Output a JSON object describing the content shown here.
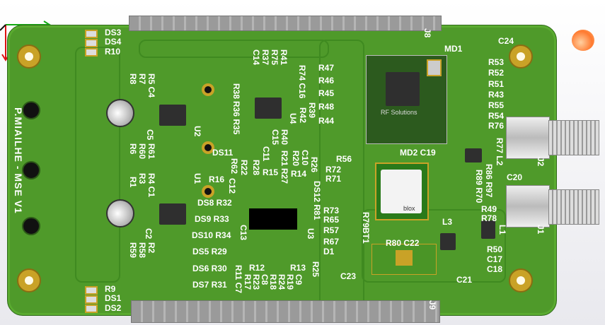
{
  "board": {
    "author_text": "P.MIAILHE - MSE V1",
    "module1_brand": "RF Solutions",
    "module2_brand": "blox"
  },
  "silk": {
    "DS3": "DS3",
    "DS4": "DS4",
    "R10": "R10",
    "R9": "R9",
    "DS1": "DS1",
    "DS2": "DS2",
    "J8": "J8",
    "J9": "J9",
    "MD1": "MD1",
    "C24": "C24",
    "R47": "R47",
    "R46": "R46",
    "R45": "R45",
    "R48": "R48",
    "R44": "R44",
    "R53": "R53",
    "R52": "R52",
    "R51": "R51",
    "R43": "R43",
    "R55": "R55",
    "R54": "R54",
    "R76": "R76",
    "MD2C19": "MD2 C19",
    "R56": "R56",
    "R72": "R72",
    "R71": "R71",
    "R73": "R73",
    "R65": "R65",
    "R57": "R57",
    "R67": "R67",
    "D1": "D1",
    "C23": "C23",
    "R80C22": "R80 C22",
    "L3": "L3",
    "L1": "L1",
    "R49": "R49",
    "R78": "R78",
    "R50": "R50",
    "C17": "C17",
    "C18": "C18",
    "C21": "C21",
    "J2": "J2",
    "J1": "J1",
    "C20": "C20",
    "R77L2": "R77 L2",
    "R86R97": "R86 R97",
    "R89R70": "R89 R70",
    "R79BT1": "R79BT1",
    "DS12": "DS12 R81",
    "U2": "U2",
    "U1": "U1",
    "C5": "C5",
    "R5C4": "R5 C4",
    "R7": "R7",
    "R8": "R8",
    "R6": "R6",
    "R60": "R60",
    "R61": "R61",
    "R4C1": "R4 C1",
    "R3": "R3",
    "R1": "R1",
    "C2": "C2",
    "R2": "R2",
    "R58": "R58",
    "R59": "R59",
    "DS8R32": "DS8 R32",
    "DS9R33": "DS9 R33",
    "DS10R34": "DS10 R34",
    "DS5R29": "DS5 R29",
    "DS6R30": "DS6 R30",
    "DS7R31": "DS7 R31",
    "U3": "U3",
    "R25": "R25",
    "C13": "C13",
    "R12": "R12",
    "R13": "R13",
    "R11C7": "R11 C7",
    "R17": "R17",
    "R23": "R23",
    "C8": "C8",
    "R18": "R18",
    "R24": "R24",
    "R19": "R19",
    "C9": "C9",
    "C14": "C14",
    "R37": "R37",
    "R75": "R75",
    "R41": "R41",
    "R74C16": "R74 C16",
    "R39": "R39",
    "R42": "R42",
    "U4": "U4",
    "R38": "R38",
    "R36R35": "R36 R35",
    "R40": "R40",
    "C15": "C15",
    "R21": "R21",
    "C11": "C11",
    "DS11": "DS11",
    "R62": "R62",
    "R22": "R22",
    "R28": "R28",
    "R15": "R15",
    "R27": "R27",
    "R20": "R20",
    "R14": "R14",
    "C10": "C10",
    "R26": "R26",
    "R16": "R16",
    "C12": "C12"
  }
}
